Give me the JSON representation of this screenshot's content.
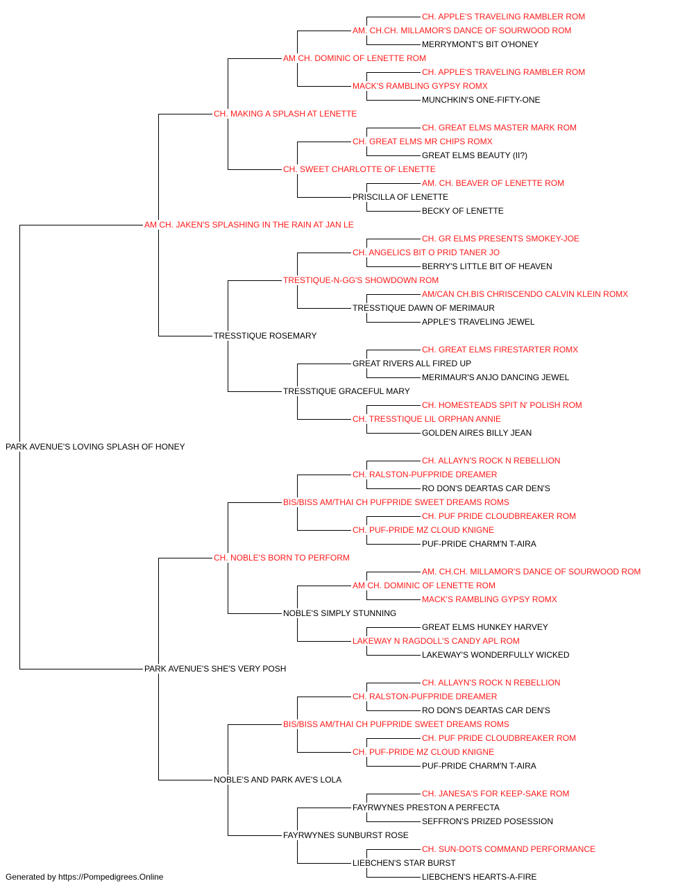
{
  "colors": {
    "champion": "#ff1a1a",
    "regular": "#000000",
    "line": "#000000"
  },
  "footer": "Generated by https://Pompedigrees.Online",
  "pedigree": {
    "name": "PARK AVENUE'S LOVING SPLASH OF HONEY",
    "champion": false,
    "sire": {
      "name": "AM CH. JAKEN'S SPLASHING IN THE RAIN AT JAN LE",
      "champion": true,
      "sire": {
        "name": "CH. MAKING A SPLASH AT LENETTE",
        "champion": true,
        "sire": {
          "name": "AM CH. DOMINIC OF LENETTE ROM",
          "champion": true,
          "sire": {
            "name": "AM. CH.CH. MILLAMOR'S DANCE OF SOURWOOD ROM",
            "champion": true,
            "sire": {
              "name": "CH. APPLE'S TRAVELING RAMBLER ROM",
              "champion": true
            },
            "dam": {
              "name": "MERRYMONT'S BIT O'HONEY",
              "champion": false
            }
          },
          "dam": {
            "name": "MACK'S RAMBLING GYPSY ROMX",
            "champion": true,
            "sire": {
              "name": "CH. APPLE'S TRAVELING RAMBLER ROM",
              "champion": true
            },
            "dam": {
              "name": "MUNCHKIN'S ONE-FIFTY-ONE",
              "champion": false
            }
          }
        },
        "dam": {
          "name": "CH. SWEET CHARLOTTE OF LENETTE",
          "champion": true,
          "sire": {
            "name": "CH. GREAT ELMS MR CHIPS ROMX",
            "champion": true,
            "sire": {
              "name": "CH. GREAT ELMS MASTER MARK ROM",
              "champion": true
            },
            "dam": {
              "name": "GREAT ELMS BEAUTY (II?)",
              "champion": false
            }
          },
          "dam": {
            "name": "PRISCILLA OF LENETTE",
            "champion": false,
            "sire": {
              "name": "AM. CH. BEAVER OF LENETTE ROM",
              "champion": true
            },
            "dam": {
              "name": "BECKY OF LENETTE",
              "champion": false
            }
          }
        }
      },
      "dam": {
        "name": "TRESSTIQUE ROSEMARY",
        "champion": false,
        "sire": {
          "name": "TRESTIQUE-N-GG'S SHOWDOWN ROM",
          "champion": true,
          "sire": {
            "name": "CH. ANGELICS BIT O PRID TANER JO",
            "champion": true,
            "sire": {
              "name": "CH. GR ELMS PRESENTS SMOKEY-JOE",
              "champion": true
            },
            "dam": {
              "name": "BERRY'S LITTLE BIT OF HEAVEN",
              "champion": false
            }
          },
          "dam": {
            "name": "TRESSTIQUE DAWN OF MERIMAUR",
            "champion": false,
            "sire": {
              "name": "AM/CAN CH.BIS CHRISCENDO CALVIN KLEIN ROMX",
              "champion": true
            },
            "dam": {
              "name": "APPLE'S TRAVELING JEWEL",
              "champion": false
            }
          }
        },
        "dam": {
          "name": "TRESSTIQUE GRACEFUL MARY",
          "champion": false,
          "sire": {
            "name": "GREAT RIVERS ALL FIRED UP",
            "champion": false,
            "sire": {
              "name": "CH. GREAT ELMS FIRESTARTER ROMX",
              "champion": true
            },
            "dam": {
              "name": "MERIMAUR'S ANJO DANCING JEWEL",
              "champion": false
            }
          },
          "dam": {
            "name": "CH. TRESSTIQUE LIL ORPHAN ANNIE",
            "champion": true,
            "sire": {
              "name": "CH. HOMESTEADS SPIT N' POLISH ROM",
              "champion": true
            },
            "dam": {
              "name": "GOLDEN AIRES BILLY JEAN",
              "champion": false
            }
          }
        }
      }
    },
    "dam": {
      "name": "PARK AVENUE'S SHE'S VERY POSH",
      "champion": false,
      "sire": {
        "name": "CH. NOBLE'S BORN TO PERFORM",
        "champion": true,
        "sire": {
          "name": "BIS/BISS AM/THAI CH PUFPRIDE SWEET DREAMS ROMS",
          "champion": true,
          "sire": {
            "name": "CH. RALSTON-PUFPRIDE DREAMER",
            "champion": true,
            "sire": {
              "name": "CH. ALLAYN'S ROCK N REBELLION",
              "champion": true
            },
            "dam": {
              "name": "RO DON'S DEARTAS CAR DEN'S",
              "champion": false
            }
          },
          "dam": {
            "name": "CH. PUF-PRIDE MZ CLOUD KNIGNE",
            "champion": true,
            "sire": {
              "name": "CH. PUF PRIDE CLOUDBREAKER ROM",
              "champion": true
            },
            "dam": {
              "name": "PUF-PRIDE CHARM'N T-AIRA",
              "champion": false
            }
          }
        },
        "dam": {
          "name": "NOBLE'S SIMPLY STUNNING",
          "champion": false,
          "sire": {
            "name": "AM CH. DOMINIC OF LENETTE ROM",
            "champion": true,
            "sire": {
              "name": "AM. CH.CH. MILLAMOR'S DANCE OF SOURWOOD ROM",
              "champion": true
            },
            "dam": {
              "name": "MACK'S RAMBLING GYPSY ROMX",
              "champion": true
            }
          },
          "dam": {
            "name": "LAKEWAY N RAGDOLL'S CANDY APL ROM",
            "champion": true,
            "sire": {
              "name": "GREAT ELMS HUNKEY HARVEY",
              "champion": false
            },
            "dam": {
              "name": "LAKEWAY'S WONDERFULLY WICKED",
              "champion": false
            }
          }
        }
      },
      "dam": {
        "name": "NOBLE'S AND PARK AVE'S LOLA",
        "champion": false,
        "sire": {
          "name": "BIS/BISS AM/THAI CH PUFPRIDE SWEET DREAMS ROMS",
          "champion": true,
          "sire": {
            "name": "CH. RALSTON-PUFPRIDE DREAMER",
            "champion": true,
            "sire": {
              "name": "CH. ALLAYN'S ROCK N REBELLION",
              "champion": true
            },
            "dam": {
              "name": "RO DON'S DEARTAS CAR DEN'S",
              "champion": false
            }
          },
          "dam": {
            "name": "CH. PUF-PRIDE MZ CLOUD KNIGNE",
            "champion": true,
            "sire": {
              "name": "CH. PUF PRIDE CLOUDBREAKER ROM",
              "champion": true
            },
            "dam": {
              "name": "PUF-PRIDE CHARM'N T-AIRA",
              "champion": false
            }
          }
        },
        "dam": {
          "name": "FAYRWYNES SUNBURST ROSE",
          "champion": false,
          "sire": {
            "name": "FAYRWYNES PRESTON A PERFECTA",
            "champion": false,
            "sire": {
              "name": "CH. JANESA'S FOR KEEP-SAKE ROM",
              "champion": true
            },
            "dam": {
              "name": "SEFFRON'S PRIZED POSESSION",
              "champion": false
            }
          },
          "dam": {
            "name": "LIEBCHEN'S STAR BURST",
            "champion": false,
            "sire": {
              "name": "CH. SUN-DOTS COMMAND PERFORMANCE",
              "champion": true
            },
            "dam": {
              "name": "LIEBCHEN'S HEARTS-A-FIRE",
              "champion": false
            }
          }
        }
      }
    }
  }
}
